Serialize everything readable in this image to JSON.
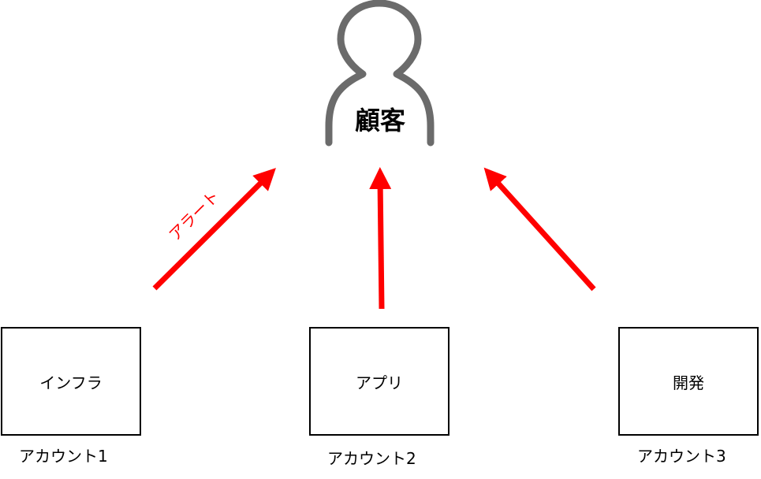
{
  "customer": {
    "label": "顧客",
    "icon": "person-icon",
    "color": "#6b6b6b"
  },
  "arrow_color": "#ff0000",
  "alert_label": "アラート",
  "accounts": [
    {
      "box_label": "インフラ",
      "account_label": "アカウント1"
    },
    {
      "box_label": "アプリ",
      "account_label": "アカウント2"
    },
    {
      "box_label": "開発",
      "account_label": "アカウント3"
    }
  ]
}
